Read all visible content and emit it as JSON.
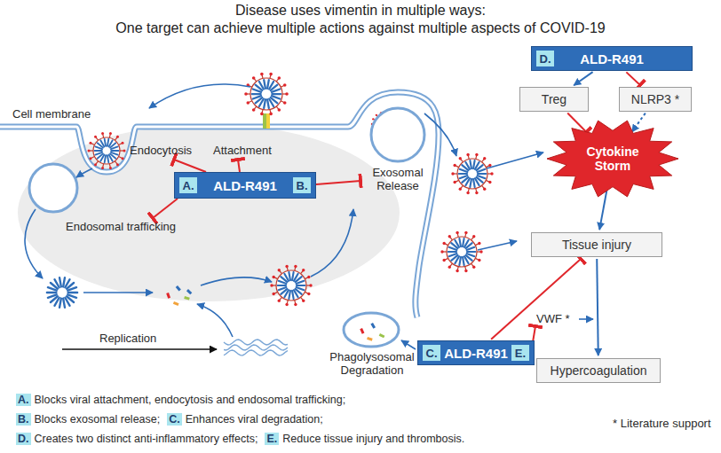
{
  "diagram": {
    "title": "Disease uses vimentin in multiple ways:",
    "nodes": [
      {
        "text": [
          "ALD-R491"
        ]
      },
      {
        "text": [
          "A."
        ],
        "in": 0
      },
      {
        "text": [
          "B."
        ],
        "in": 0
      },
      {
        "text": [
          "ALD-R491"
        ]
      },
      {
        "text": [
          "D."
        ],
        "in": 3
      },
      {
        "text": [
          "Treg"
        ]
      },
      {
        "text": [
          "NLRP3 *"
        ]
      },
      {
        "text": [
          "Cytokine Storm"
        ]
      },
      {
        "text": [
          "Tissue injury"
        ]
      },
      {
        "text": [
          "ALD-R491"
        ]
      },
      {
        "text": [
          "C."
        ],
        "in": 9
      },
      {
        "text": [
          "E."
        ],
        "in": 9
      },
      {
        "text": [
          "Hypercoagulation"
        ]
      }
    ],
    "edges": [
      {
        "from": 3,
        "to": 5,
        "arrow": "to"
      },
      {
        "from": 3,
        "to": 6,
        "arrow": "to"
      },
      {
        "from": 5,
        "to": 7,
        "arrow": "to"
      },
      {
        "from": 6,
        "to": 7,
        "arrow": "to"
      },
      {
        "from": 7,
        "to": 8,
        "arrow": "to"
      },
      {
        "from": 9,
        "to": 8,
        "arrow": "to"
      },
      {
        "from": 8,
        "to": 12,
        "arrow": "to"
      }
    ],
    "labels": [
      "One target can achieve multiple actions against multiple aspects of COVID-19",
      "Cell membrane",
      "Endocytosis",
      "Attachment",
      "Endosomal trafficking",
      "Exosomal Release",
      "Replication",
      "Phagolysosomal Degradation",
      "VWF *",
      "A.",
      "Blocks viral attachment, endocytosis and endosomal trafficking;",
      "B.",
      "Blocks exosomal release;",
      "C.",
      "Enhances viral degradation;",
      "D.",
      "Creates two distinct anti-inflammatory effects;",
      "E.",
      "Reduce tissue injury and thrombosis.",
      "* Literature support"
    ]
  }
}
